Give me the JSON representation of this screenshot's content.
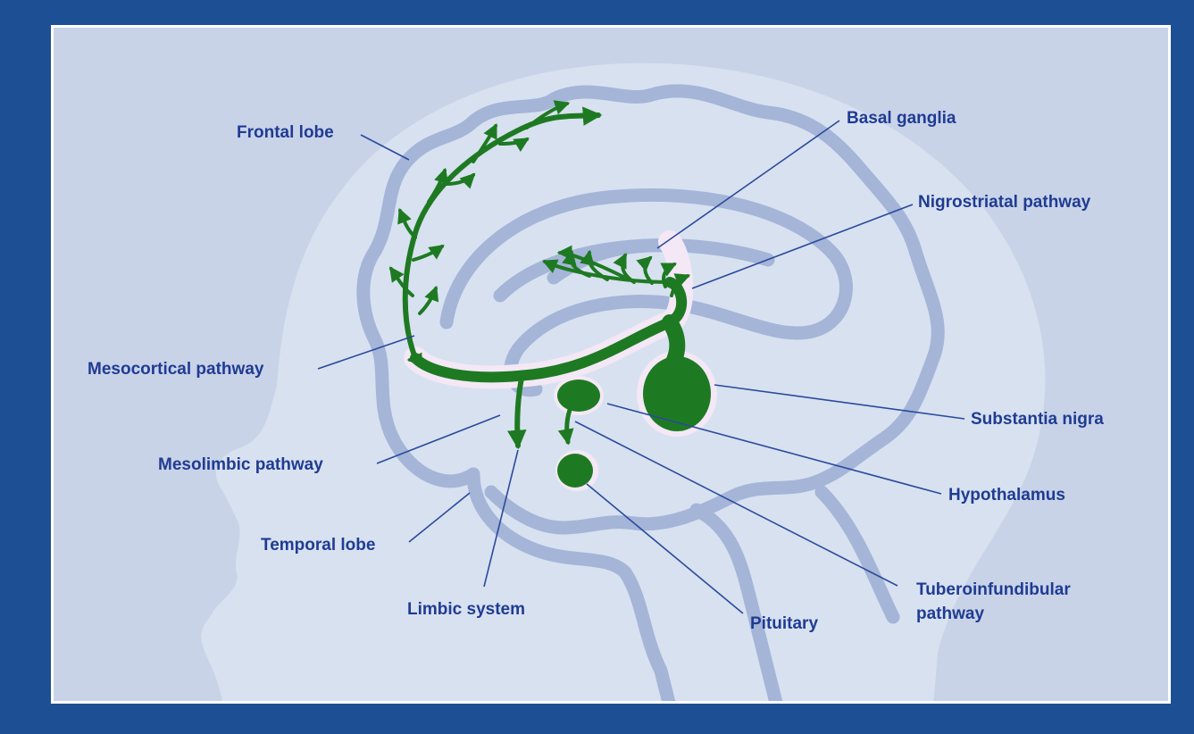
{
  "labels": {
    "frontal_lobe": "Frontal lobe",
    "basal_ganglia": "Basal ganglia",
    "nigrostriatal_pathway": "Nigrostriatal pathway",
    "mesocortical_pathway": "Mesocortical pathway",
    "substantia_nigra": "Substantia nigra",
    "mesolimbic_pathway": "Mesolimbic pathway",
    "hypothalamus": "Hypothalamus",
    "temporal_lobe": "Temporal lobe",
    "tuberoinfundibular_line1": "Tuberoinfundibular",
    "tuberoinfundibular_line2": "pathway",
    "limbic_system": "Limbic system",
    "pituitary": "Pituitary"
  },
  "colors": {
    "frame": "#1d4f95",
    "panel": "#c9d3e8",
    "head_silhouette": "#dbe3f1",
    "brain_outline": "#a4b5d8",
    "pathway": "#1e7a22",
    "pathway_glow": "#f4e8f6",
    "label_text": "#1f3c93",
    "leader_line": "#2a4a9c"
  }
}
